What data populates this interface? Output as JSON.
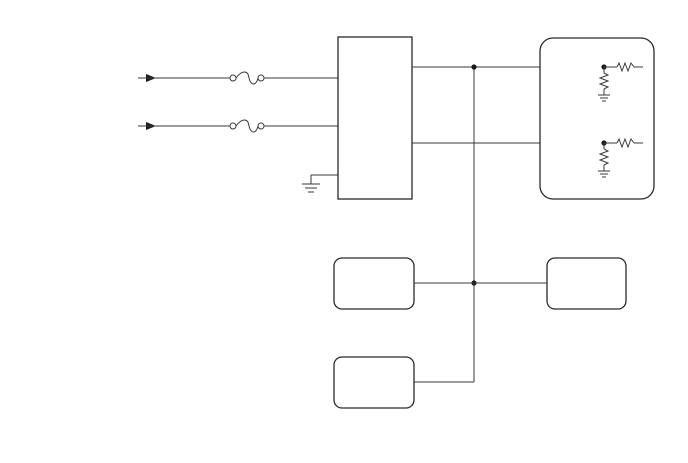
{
  "diagram": {
    "type": "schematic",
    "components": {
      "inputs": [
        {
          "symbol": "arrow-input-icon",
          "inline": "fuse-icon"
        },
        {
          "symbol": "arrow-input-icon",
          "inline": "fuse-icon"
        }
      ],
      "main_module": {
        "ground": "ground-icon"
      },
      "module_group": {
        "channels": [
          {
            "symbols": [
              "resistor-icon",
              "resistor-icon",
              "ground-icon"
            ]
          },
          {
            "symbols": [
              "resistor-icon",
              "resistor-icon",
              "ground-icon"
            ]
          }
        ]
      },
      "bus_blocks": [
        "block-left-upper",
        "block-right",
        "block-left-lower"
      ]
    },
    "colors": {
      "line": "#3a3a3a",
      "outline": "#2a2a2a",
      "junction": "#1a1a1a",
      "background": "#ffffff"
    }
  }
}
